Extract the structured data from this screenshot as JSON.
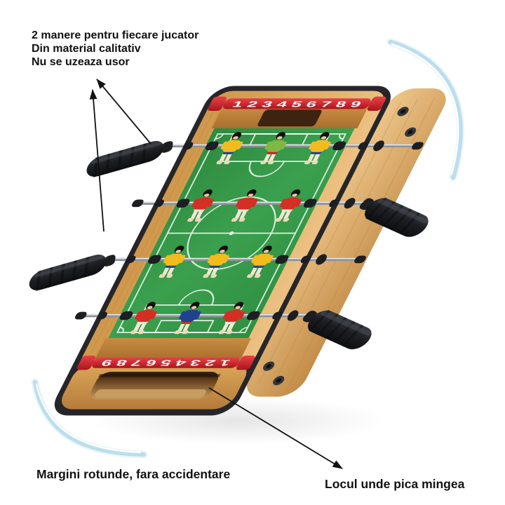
{
  "annotations": {
    "top_left": {
      "lines": [
        "2 manere pentru fiecare jucator",
        "Din material calitativ",
        "Nu se uzeaza usor"
      ]
    },
    "bottom_left": {
      "text": "Margini rotunde, fara accidentare"
    },
    "bottom_right": {
      "text": "Locul unde pica mingea"
    }
  },
  "score_rails": {
    "far": {
      "numbers": "1 2 3 4 5 6 7 8 9"
    },
    "near": {
      "numbers": "1 2 3 4 5 6 7 8 9",
      "note": "mounted facing the opposite player - appears upside-down, reading 9 to 1 from the viewer"
    }
  },
  "playfield": {
    "rod_count": 4,
    "players_per_rod": 3,
    "rows": [
      [
        "yellow",
        "green",
        "yellow"
      ],
      [
        "red",
        "red",
        "red"
      ],
      [
        "yellow",
        "yellow",
        "yellow"
      ],
      [
        "red",
        "blue",
        "red"
      ]
    ]
  },
  "colors": {
    "background": "#ffffff",
    "text": "#111111",
    "pitch_green": "#37994a",
    "pitch_line": "#eaf6ec",
    "wood_light": "#ecc182",
    "wood_mid": "#d09a52",
    "wood_dark": "#b27a36",
    "edge_band": "#26262a",
    "rail_red": "#cf2127",
    "rod_metal": "#c6cacd",
    "handle_black": "#1c1e22",
    "swoosh_blue": "#b8dcec",
    "jersey": {
      "yellow": "#f2bc1f",
      "green": "#7fb842",
      "red": "#d32f23",
      "blue": "#20418f"
    },
    "shorts": {
      "yellow": "#24418c",
      "green": "#cf2127",
      "red": "#f0e9d6",
      "blue": "#c23b20"
    }
  }
}
